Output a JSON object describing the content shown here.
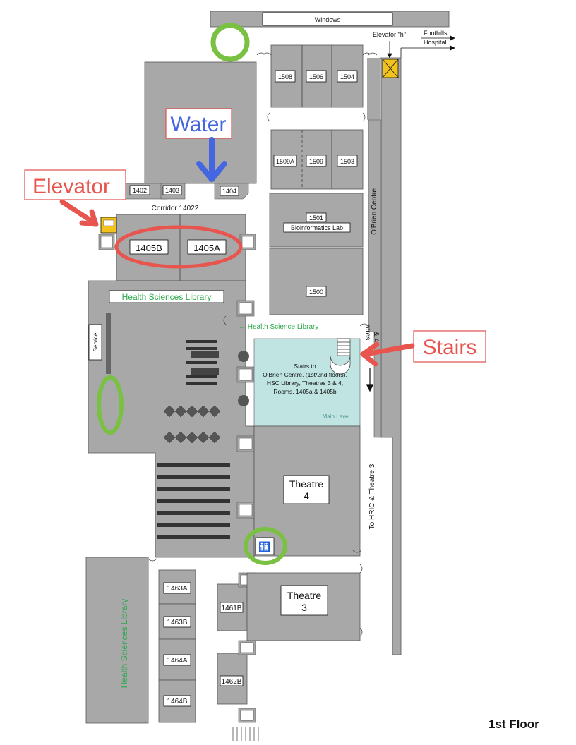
{
  "top": {
    "windows": "Windows",
    "elevator_h": "Elevator \"h\"",
    "foothills_line1": "Foothills",
    "foothills_line2": "Hospital"
  },
  "rooms": {
    "r1508": "1508",
    "r1506": "1506",
    "r1504": "1504",
    "r1509a": "1509A",
    "r1509": "1509",
    "r1503": "1503",
    "r1501": "1501",
    "bioinformatics": "Bioinformatics Lab",
    "r1500": "1500",
    "r1402": "1402",
    "r1403": "1403",
    "r1404": "1404",
    "r1405b": "1405B",
    "r1405a": "1405A",
    "r1463a": "1463A",
    "r1463b": "1463B",
    "r1464a": "1464A",
    "r1464b": "1464B",
    "r1461b": "1461B",
    "r1462b": "1462B"
  },
  "labels": {
    "corridor": "Corridor 14022",
    "obrien_centre": "O'Brien Centre",
    "hsl_sign": "Health Sciences Library",
    "hsl_arrow": "← Health Science Library",
    "service": "Service",
    "stairs_line1": "Stairs to",
    "stairs_line2": "O'Brien Centre, (1st/2nd floors),",
    "stairs_line3": "HSC Library, Theatres 3 & 4,",
    "stairs_line4": "Rooms, 1405a & 1405b",
    "main_level": "Main Level",
    "theatres_partial_1": "atres",
    "theatres_partial_2": "& 4",
    "to_hric": "To HRIC & Theatre 3",
    "theatre4_line1": "Theatre",
    "theatre4_line2": "4",
    "theatre3_line1": "Theatre",
    "theatre3_line2": "3",
    "hsl_vertical": "Health Sciences Library"
  },
  "annotations": {
    "water": "Water",
    "elevator": "Elevator",
    "stairs": "Stairs"
  },
  "floor": "1st Floor",
  "colors": {
    "building": "#a8a8a8",
    "corridor": "#ffffff",
    "library_green": "#2aa84a",
    "annotation_red": "#e8554f",
    "water_blue": "#4466e0",
    "highlight_green": "#7ac143",
    "stair_area": "#bfe4e2",
    "elevator_yellow": "#f2c31c"
  },
  "icons": [
    "elevator-icon",
    "restroom-icon",
    "stairs-icon",
    "service-shaft-icon",
    "door-swing-icon"
  ]
}
